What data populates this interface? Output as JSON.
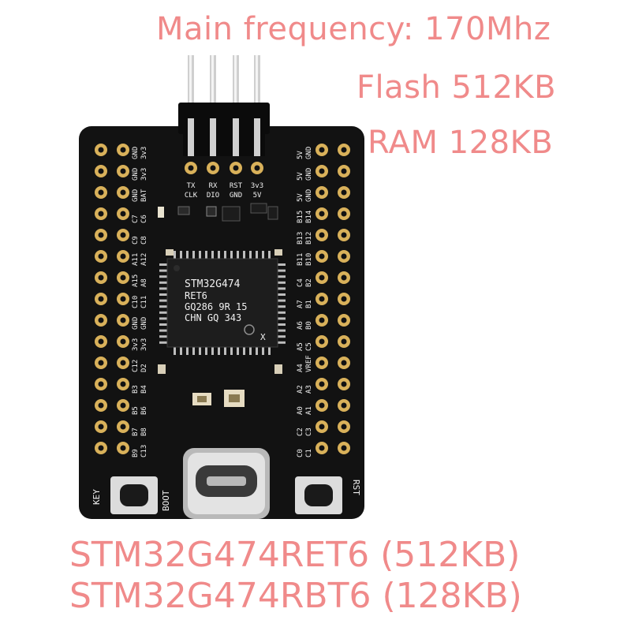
{
  "specs": {
    "frequency": "Main frequency: 170Mhz",
    "flash": "Flash 512KB",
    "ram": "RAM 128KB"
  },
  "models": {
    "line1": "STM32G474RET6 (512KB)",
    "line2": "STM32G474RBT6 (128KB)"
  },
  "board": {
    "colors": {
      "pcb": "#121212",
      "pad": "#d9b15a",
      "silkscreen": "#f0f0f0",
      "header": "#cccccc"
    },
    "chip": {
      "line1": "STM32G474",
      "line2": "RET6",
      "line3": "GQ286  9R 15",
      "line4": "CHN  GQ  343"
    },
    "header_top": [
      "TX",
      "RX",
      "RST",
      "3v3"
    ],
    "header_bottom": [
      "CLK",
      "DIO",
      "GND",
      "5V"
    ],
    "left_pins": [
      [
        "GND",
        "3v3"
      ],
      [
        "GND",
        "3v3"
      ],
      [
        "GND",
        "BAT"
      ],
      [
        "C7",
        "C6"
      ],
      [
        "C9",
        "C8"
      ],
      [
        "A11",
        "A12"
      ],
      [
        "A15",
        "A8"
      ],
      [
        "C10",
        "C11"
      ],
      [
        "GND",
        "GND"
      ],
      [
        "3v3",
        "3v3"
      ],
      [
        "C12",
        "D2"
      ],
      [
        "B3",
        "B4"
      ],
      [
        "B5",
        "B6"
      ],
      [
        "B7",
        "B8"
      ],
      [
        "B9",
        "C13"
      ]
    ],
    "right_pins": [
      [
        "5V",
        "GND"
      ],
      [
        "5V",
        "GND"
      ],
      [
        "5V",
        "GND"
      ],
      [
        "B15",
        "B14"
      ],
      [
        "B13",
        "B12"
      ],
      [
        "B11",
        "B10"
      ],
      [
        "C4",
        "B2"
      ],
      [
        "A7",
        "B1"
      ],
      [
        "A6",
        "B0"
      ],
      [
        "A5",
        "C5"
      ],
      [
        "A4",
        "VREF"
      ],
      [
        "A2",
        "A3"
      ],
      [
        "A0",
        "A1"
      ],
      [
        "C2",
        "C3"
      ],
      [
        "C0",
        "C1"
      ]
    ],
    "buttons": {
      "left": "KEY",
      "boot": "BOOT",
      "right": "RST"
    },
    "chip_mark": "X"
  }
}
